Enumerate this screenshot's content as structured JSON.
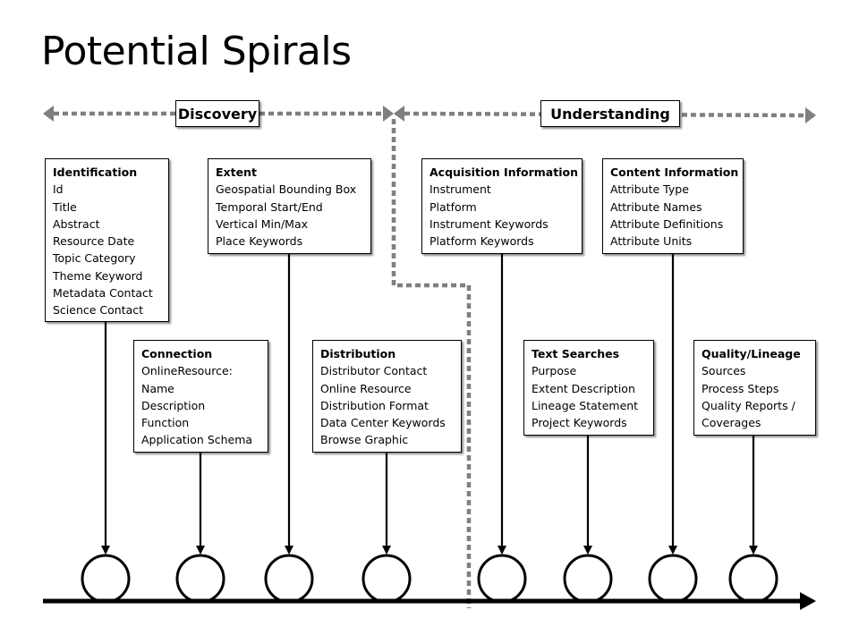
{
  "title": "Potential Spirals",
  "phases": {
    "discovery": "Discovery",
    "understanding": "Understanding"
  },
  "colors": {
    "dotted_line": "#7f7f7f",
    "stroke": "#000000",
    "box_fill": "#ffffff"
  },
  "boxes": [
    {
      "id": "identification",
      "heading": "Identification",
      "items": [
        "Id",
        "Title",
        "Abstract",
        "Resource Date",
        "Topic Category",
        "Theme Keyword",
        "Metadata Contact",
        "Science Contact"
      ]
    },
    {
      "id": "extent",
      "heading": "Extent",
      "items": [
        "Geospatial Bounding Box",
        "Temporal Start/End",
        "Vertical Min/Max",
        "Place Keywords"
      ]
    },
    {
      "id": "acquisition",
      "heading": "Acquisition Information",
      "items": [
        "Instrument",
        "Platform",
        "Instrument Keywords",
        "Platform Keywords"
      ]
    },
    {
      "id": "content",
      "heading": "Content Information",
      "items": [
        "Attribute Type",
        "Attribute Names",
        "Attribute Definitions",
        "Attribute Units"
      ]
    },
    {
      "id": "connection",
      "heading": "Connection",
      "items": [
        "OnlineResource:",
        "Name",
        "Description",
        "Function",
        "Application Schema"
      ]
    },
    {
      "id": "distribution",
      "heading": "Distribution",
      "items": [
        "Distributor Contact",
        "Online Resource",
        "Distribution Format",
        "Data Center Keywords",
        "Browse Graphic"
      ]
    },
    {
      "id": "text-searches",
      "heading": "Text Searches",
      "items": [
        "Purpose",
        "Extent Description",
        "Lineage Statement",
        "Project Keywords"
      ]
    },
    {
      "id": "quality-lineage",
      "heading": "Quality/Lineage",
      "items": [
        "Sources",
        "Process Steps",
        "Quality Reports /",
        "Coverages"
      ]
    }
  ]
}
